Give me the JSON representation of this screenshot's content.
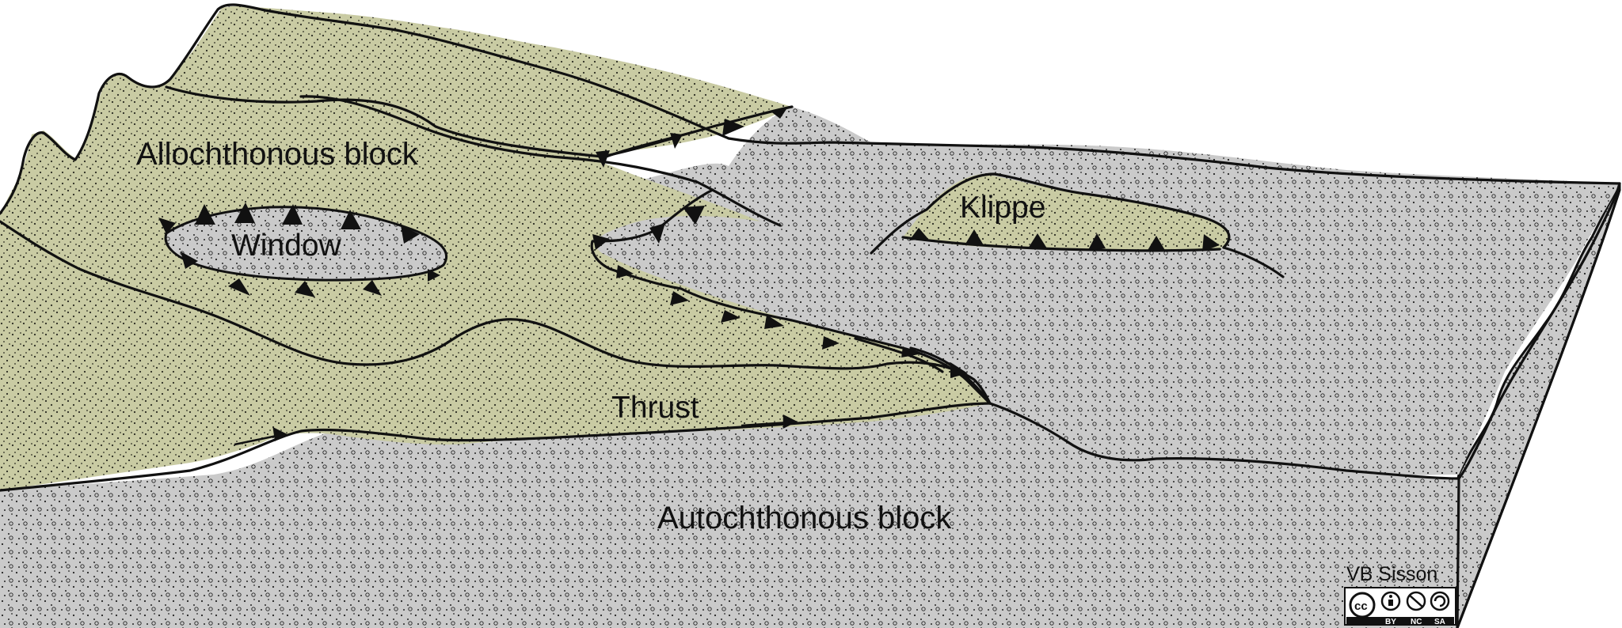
{
  "labels": {
    "allochthonous": "Allochthonous block",
    "window": "Window",
    "klippe": "Klippe",
    "thrust": "Thrust",
    "autochthonous": "Autochthonous block"
  },
  "credit": {
    "author": "VB Sisson",
    "license_badge": {
      "cc": "cc",
      "by": "BY",
      "nc": "NC",
      "sa": "SA"
    }
  },
  "colors": {
    "allochthonous_fill": "#c9cba3",
    "autochthonous_fill": "#cacaca",
    "outline": "#111111"
  }
}
